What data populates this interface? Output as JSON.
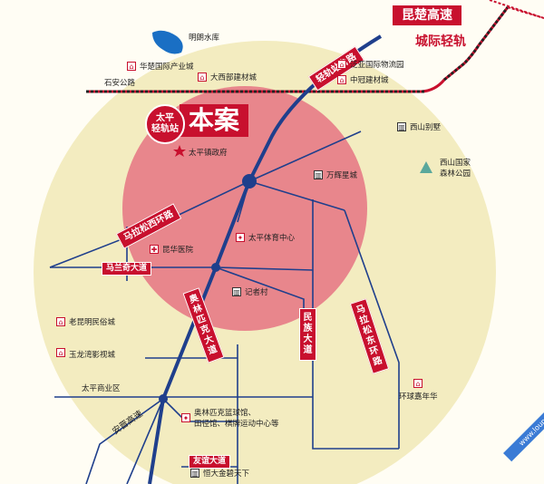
{
  "legend": {
    "highway": "昆楚高速",
    "intercity_rail": "城际轻轨"
  },
  "project_label": "本案",
  "station_badge": {
    "line1": "太平",
    "line2": "轻轨站"
  },
  "roads": {
    "shian": "石安公路",
    "malasong_west": "马拉松西环路",
    "malasong_east": "马拉松东环路",
    "malanqi": "马兰奇大道",
    "aolinpike": "奥林匹克大道",
    "minzu": "民族大道",
    "youyi": "友谊大道",
    "anning_highway": "安晋高速",
    "rail_station_road": "轻轨站台路"
  },
  "places": {
    "minglang_reservoir": "明朗水库",
    "huachu_park": "华楚国际产业城",
    "daxinan": "大西部建材城",
    "fanya": "泛亚国际物流园",
    "zhongguan": "中冠建材城",
    "xishan_villa": "西山别墅",
    "xishan_forest_line1": "西山国家",
    "xishan_forest_line2": "森林公园",
    "taiping_gov": "太平镇政府",
    "wanhui": "万辉星城",
    "taiping_sports": "太平体育中心",
    "kunhua_hospital": "昆华医院",
    "jizhecun": "记者村",
    "folk_village": "老昆明民俗城",
    "yulongwan": "玉龙湾影视城",
    "taiping_business": "太平商业区",
    "olympic_venues_line1": "奥林匹克篮球馆、",
    "olympic_venues_line2": "田径馆、棋牌运动中心等",
    "huanqiu": "环球嘉年华",
    "hengda": "恒大金碧天下"
  },
  "corner_text": "www.loupan.com",
  "colors": {
    "brand_red": "#c8102e",
    "road_blue": "#1f3f8c",
    "circle_outer": "#f3ecc0",
    "circle_inner": "#e8868c",
    "lake": "#1a6fc4"
  }
}
